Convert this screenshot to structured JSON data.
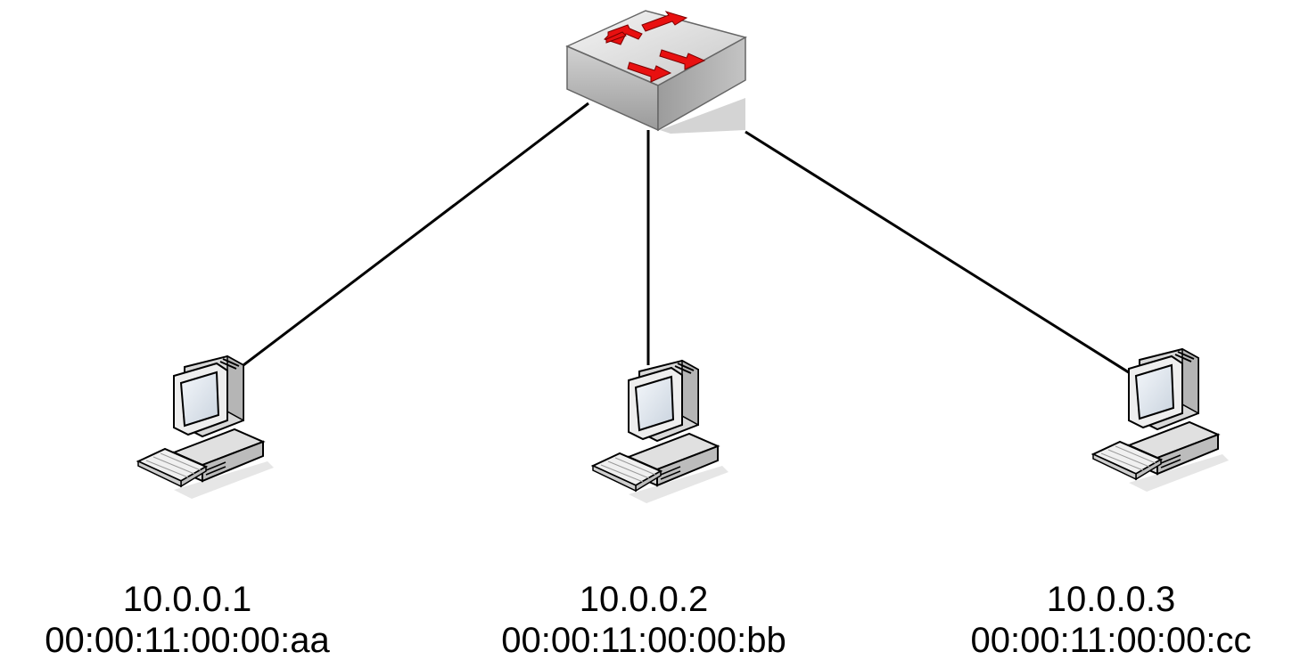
{
  "switch": {
    "icon": "network-switch-icon"
  },
  "hosts": [
    {
      "ip": "10.0.0.1",
      "mac": "00:00:11:00:00:aa",
      "icon": "desktop-computer-icon"
    },
    {
      "ip": "10.0.0.2",
      "mac": "00:00:11:00:00:bb",
      "icon": "desktop-computer-icon"
    },
    {
      "ip": "10.0.0.3",
      "mac": "00:00:11:00:00:cc",
      "icon": "desktop-computer-icon"
    }
  ],
  "colors": {
    "link": "#000000",
    "arrow": "#e81010",
    "switch_top": "#e4e4e4",
    "switch_side": "#a9a9a9"
  }
}
